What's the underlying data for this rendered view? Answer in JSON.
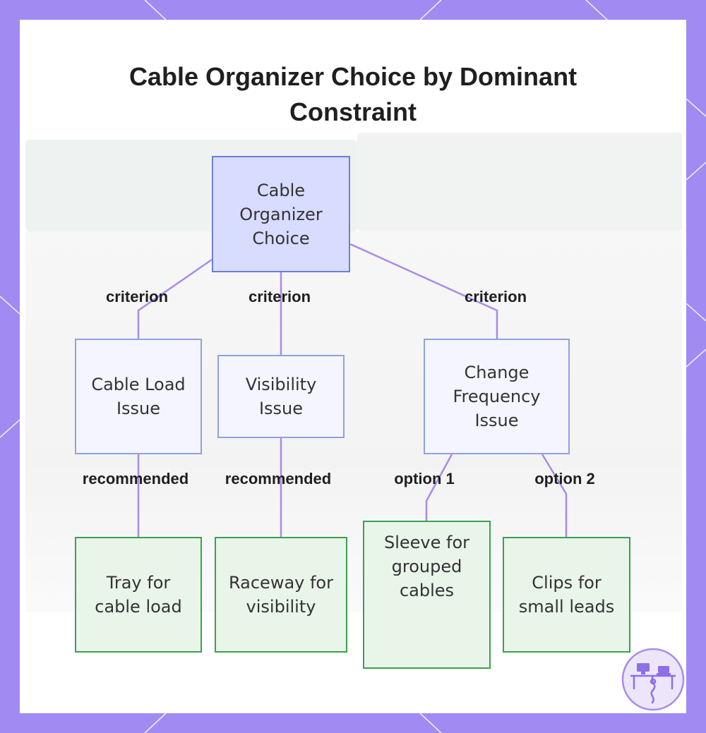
{
  "title_line1": "Cable Organizer Choice by Dominant",
  "title_line2": "Constraint",
  "nodes": {
    "root": "Cable Organizer Choice",
    "load": "Cable Load Issue",
    "visibility": "Visibility Issue",
    "change": "Change Frequency Issue",
    "tray": "Tray for cable load",
    "raceway": "Raceway for visibility",
    "sleeve": "Sleeve for grouped cables",
    "clips": "Clips for small leads"
  },
  "edges": {
    "root_load": "criterion",
    "root_visibility": "criterion",
    "root_change": "criterion",
    "load_tray": "recommended",
    "visibility_raceway": "recommended",
    "change_sleeve": "option 1",
    "change_clips": "option 2"
  },
  "colors": {
    "frame": "#a18bf3",
    "root_fill": "#d8dcff",
    "mid_fill": "#f4f5ff",
    "leaf_fill": "#e9f5e9",
    "leaf_border": "#3aa14f",
    "connector": "#a78bea"
  },
  "icons": {
    "logo": "desk-workspace-logo-icon"
  }
}
